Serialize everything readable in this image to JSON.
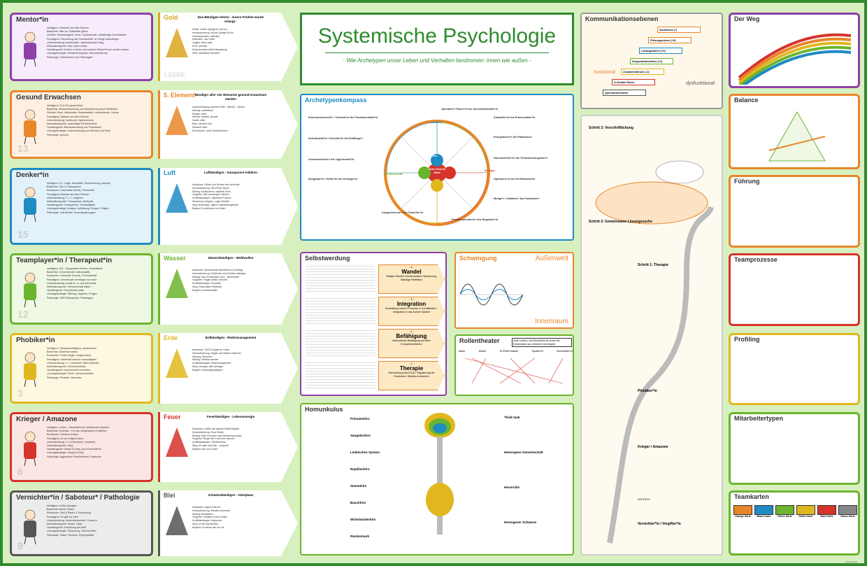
{
  "title": "Systemische Psychologie",
  "subtitle": "- Wie Archetypen unser Leben und Verhalten bestimmen: innen wie außen -",
  "left_cards": [
    {
      "name": "Mentor*in",
      "color": "#8e3fa8",
      "bg": "#f6ecfb",
      "num": "",
      "rows": [
        "Intelligenz: Weisheit und alter Ebenen",
        "Bedürfnis: Hilfe zur Selbsthilfe geben",
        "Gefühle: Selbstlosigkeit, Liebe, Gelassenheit, vollständige Durchblicken",
        "Paradigma: Erleuchtung der Gesellschaft, um Wege aufzuzeigen",
        "Unterscheidung: funktionaler / dysfunktionaler Weg",
        "Motivationsquelle: Das Leben selbst",
        "Handlungsziel: Andere zu ihren und anderen Mentor*innen werden lassen",
        "Lösungsstrategie: Gedankenimpulse, Sinnorientierung",
        "Pathologie: Überstreben von Pathologien"
      ]
    },
    {
      "name": "Gesund Erwachsen",
      "color": "#e8862a",
      "bg": "#fdf0e2",
      "num": "13",
      "rows": [
        "Intelligenz: IQ & EQ ganzheitlich",
        "Bedürfnis: Bewusstmachung und Balancierung durch Reflektion",
        "Gefühle: Ernst, Wohlwollen, Belastbarkeit, Lebensfreude, Humor",
        "Paradigma: Balance auf allen Ebenen",
        "Unterscheidung: funktional / dysfunktional",
        "Motivationsquelle: nachhaltige Persönlichkeit",
        "Handlungsziel: Bewusstwerdung von Potentialen",
        "Lösungsstrategie: Unterscheidung von Mensch und Rolle",
        "Pathologie: gesund"
      ]
    },
    {
      "name": "Denker*in",
      "color": "#1e8bc3",
      "bg": "#e3f2fa",
      "num": "15",
      "rows": [
        "Intelligenz: IQ - Logik, Kausalität, Strukturierung, Analyse",
        "Bedürfnis: Sinn & Transparenz",
        "Emotionen: Faszination (Neid), Einsamkeit",
        "Paradigma: Balance auf allen Ebenen",
        "Unterscheidung: F <-> J Algebra",
        "Motivationsquelle: Transparenz, Methodik",
        "Handlungsziel: Transparenz / Sinnhaftigkeit",
        "Lösungsstrategie: Analyse, Aufklärung, Einigen, Prägen",
        "Pathologie: Null-Modell, Kontrollpathologien"
      ]
    },
    {
      "name": "Teamplayer*in / Therapeut*in",
      "color": "#6bb42e",
      "bg": "#eef8e4",
      "num": "12",
      "rows": [
        "Intelligenz: EQ - Sympathien fördern, Gesamtblick",
        "Bedürfnis: Gemeinschaft, Individualität",
        "Emotionen: Harmonie (Furcht), Freundschaft",
        "Paradigma: Gemeinsam vereinigen wir mehr",
        "Unterscheidung: sozial vs. a- und anti-sozial",
        "Motivationsquelle: Gemeinschaft bilden",
        "Handlungsziel: Gemeinsam stark",
        "Lösungsstrategie: Öffnung, Zugeben, Fragen",
        "Pathologie: WIR-Standpunkt, Pathologien"
      ]
    },
    {
      "name": "Phobiker*in",
      "color": "#e0b81e",
      "bg": "#fdf8e0",
      "num": "3",
      "rows": [
        "Intelligenz: Schwarmintelligenz, ausforschen",
        "Bedürfnis: Sicherheit haben",
        "Emotionen: Panik (Angst / Angst justier)",
        "Paradigma: Sicherheit braucht vorsichtigsein",
        "Unterscheidung: 0 / 1 (Bedroht / Nicht bedroht)",
        "Motivationsquelle: Schutzbedürfnis",
        "Handlungsziel: Unsicherheit vermeiden",
        "Lösungsstrategie: Flucht, Schutzverhalten",
        "Pathologie: Phobien, Neurosen"
      ]
    },
    {
      "name": "Krieger / Amazone",
      "color": "#d6332b",
      "bg": "#fbe6e4",
      "num": "6",
      "rows": [
        "Intelligenz: Leben - Übermittelt der individuellen Symbol",
        "Bedürfnis: Kontrolle - Für das Vergängliche Einfließen",
        "Emotionen: Schwere (Hass)",
        "Paradigma: Ist nur möglich wenn",
        "Unterscheidung: 1 / 0 (Gewinner / Verlierer)",
        "Motivationsquelle: Sieg",
        "Handlungsziel: Kampf & Krieg, zum Kontrollieren",
        "Lösungsstrategie: Kampf & Krieg",
        "Pathologie: Aggressive Persönlichkeit, Sadismus"
      ]
    },
    {
      "name": "Vernichter*in / Saboteur* / Pathologie",
      "color": "#555555",
      "bg": "#ececec",
      "num": "9",
      "rows": [
        "Intelligenz: selbst-bezogen",
        "Bedürfnis: Macht, Rache",
        "Emotionen: Wut & Rache & Verachtung",
        "Paradigma: Es gibt nur mich",
        "Unterscheidung: Andersdenkender / Konzern",
        "Motivationsquelle: Rache, Hass",
        "Handlungsziel: Zerstörung der Welt",
        "Lösungsstrategie: Täuschung, Schreckmittel",
        "Pathologie: Wahn, Neurose, Psychopathie"
      ]
    }
  ],
  "elements": [
    {
      "name": "Gold",
      "color": "#d9a520",
      "sub": "Das Bändigen lehren - innere Freiheit wurde erlangt -",
      "tag": "LEERE",
      "rows": [
        "Selbst: Innerer Spiegel für das Ich",
        "Herausforderung: Innerer Spiegel für Ich",
        "Handlungsmotor: selbstlos",
        "Motivation: das Leben",
        "Zugabe: keine mehr",
        "EGO: weisheit",
        "Körperzustand: tiefe Entspannung",
        "Stein: abstraktes Verhalten"
      ]
    },
    {
      "name": "5. Element",
      "color": "#e8862a",
      "sub": "Bändiger aller vier Elemente gesund-erwachsen werden",
      "tag": "",
      "rows": [
        "Umterscheidung zwischen Rolle - Mensch - Dienen",
        "Haltung: authentisch",
        "Einsatz: sanft",
        "Stimme: deutlich, gerade",
        "Gestik: offen",
        "Blick: zentriert, klar",
        "Wirkstoff: aktiv",
        "Erreichbarer: durch Selbstreflexion"
      ]
    },
    {
      "name": "Luft",
      "color": "#1e8bc3",
      "sub": "Luftbändigen - transparent erklären",
      "tag": "",
      "rows": [
        "Akzeptanz: Fühlen und Denken sind vereinbar",
        "Herausforderung: Den Fehler finden",
        "Wichtig: Strukturieren, objektive Sicht",
        "Vorgehen: Alle Handlungen erklären",
        "Konfliktstrategien: Objektives Prozess",
        "Werkzeug: Analysen, Logik, Modelle",
        "Weg: Moderation, agiles Projektmanagement",
        "Beispiel: Durchführen von Daten"
      ]
    },
    {
      "name": "Wasser",
      "color": "#6bb42e",
      "sub": "Wasserbändigen - Wohlwollen",
      "tag": "",
      "rows": [
        "Akzeptanz: Menschliches Bedürfnis ist Grundlage",
        "Herausforderung: Emotionen und Gefühle aufzeigen",
        "Wichtig: Das Gemeinsame (Ich) - Bedürfnisse",
        "Vorgehen: Fragen stellen, zuhören",
        "Konfliktstrategien: Empathie",
        "Weg: Emotionales Feedback",
        "Beispiel: Ich-Botschaften"
      ]
    },
    {
      "name": "Erde",
      "color": "#e0b81e",
      "sub": "Erdbändigen - Risikomanagement",
      "tag": "",
      "rows": [
        "Akzeptanz: 1000 & Ängste im Leben",
        "Herausforderung: Ängste und Risiken erkennen",
        "Wirkung: Sicherheit",
        "Wichtig: Sichtbar machen",
        "Konfliktstrategien: Risikomanagement",
        "Weg: Lösungen aller Anfragen",
        "Beispiel: Handlungsstrategien"
      ]
    },
    {
      "name": "Feuer",
      "color": "#d6332b",
      "sub": "Feuerbändigen - Lebensenergie",
      "tag": "",
      "rows": [
        "Akzeptanz: Gefühl der eigenen Machtlosigkeit",
        "Herausforderung: Feuer finden",
        "Wichtig: Nicht im Außen nach Beziehung suchen",
        "Vorgehen: Bürger tief in den Arm nehmen",
        "Konfliktstrategien: Teilnehmende",
        "Weg: Ich habe mich lieb - und jetzt?",
        "Beispiel: Wut und Lieben"
      ]
    },
    {
      "name": "Blei",
      "color": "#555555",
      "sub": "Schattenbändigen - Akzeptanz",
      "tag": "",
      "rows": [
        "Akzeptanz: eigene Grenzen",
        "Herausforderung: Schatten erkennen",
        "Wichtig: Akzeptieren",
        "Vorgehen: Schatten in dem Selbst",
        "Konfliktstrategien: Abgrenzen",
        "Weg: Ich bin das Monster",
        "Beispiel: Ich kenne das von mir"
      ]
    }
  ],
  "compass": {
    "title": "Archetypenkompass",
    "center": "Ruhe Einheit Stille",
    "center_label": "Sinn",
    "directions": [
      "Operative*r Planer*in bis Schreibtischtäter*in",
      "Kommunizierende*r / Visionär*in bis Fundamentalist*in",
      "Analytiker*in bis Erbsenzähler*in",
      "Individualist*in / Künstler*in bis Einfältige*r",
      "Energetische*r bis Platzhirsch",
      "Verantwortliche*r bis Opportunist*in",
      "Harmonisierer*in bis Verantwortungslose*r",
      "Integrator*in / Helfer*in bis Verfolger*in",
      "Optimierer*in bis Perfektionist*in",
      "Ausgleichende*r bis Totsteller*in",
      "Mutige*r / Initiative*r bis Paranoide*r",
      "Prozessorientierte*r bis Regulator*in"
    ],
    "segments": [
      "Energie",
      "Sicherheit",
      "Gemeinschaft",
      "Struktur"
    ]
  },
  "self": {
    "title": "Selbstwerdung",
    "levels": [
      {
        "n": "- 4 -",
        "name": "Wandel",
        "desc": "Stetiger Wandel, Kontinuierliche Optimierung, Ständige Reflektion"
      },
      {
        "n": "- 3 -",
        "name": "Integration",
        "desc": "Erschaffung innerer Prozesse & Schnittstellen - Integration in das äußere System"
      },
      {
        "n": "- 2 -",
        "name": "Befähigung",
        "desc": "Methodische Befähigung auf allen Kompetenzebenen"
      },
      {
        "n": "- 1 -",
        "name": "Therapie",
        "desc": "Überwindung des EGOs, Regulierung der Emotionen, Stabiles Aufmerken"
      }
    ]
  },
  "swing": {
    "title": "Schwingung",
    "outer": "Außenwelt",
    "inner": "Innenraum"
  },
  "roles": {
    "title": "Rollentheater",
    "intro": "Jede Lebens- und Berufsrolle ist immer die Kombination aus mehreren Archetypen.",
    "people": [
      "Maler",
      "Mutter",
      "SCRUM Master",
      "Spotter*in",
      "Buchhalter*in"
    ]
  },
  "homunculus": {
    "title": "Homunkulus",
    "labels": [
      "Primatenhirn",
      "Säugetierhirn",
      "Limbisches System",
      "Reptilienhirn",
      "Stammhirn",
      "Bauchhirn",
      "Wirbelsäulenhirn",
      "Rückenmark"
    ],
    "right": [
      "Think tank",
      "Heterogene Gemeinschaft",
      "Hierarchie",
      "Homogener Schwarm"
    ]
  },
  "comm": {
    "title": "Kommunikationsebenen",
    "levels": [
      "Sachebene (*)",
      "Führungsebene (+3)",
      "Lösungsebene (+2)",
      "Kooperationsebene (+1)",
      "Zusammenbruch (-1)",
      "A-Soziale Ebene",
      "Querulantenebene"
    ],
    "functional": "funktional",
    "dysfunctional": "dysfunktional"
  },
  "coach": {
    "step1": "Schritt 3: Verschriftlichung",
    "step2": "Schritt 2: Gemeinsame Lösungssuche",
    "step3": "Schritt 1: Therapie",
    "phobiker": "Phobiker*in",
    "krieger": "Krieger / Amazone",
    "vernichter": "Vernichter*in / Vergifter*in",
    "wichtig": "WICHTIG:"
  },
  "right": [
    {
      "name": "Der Weg",
      "color": "#8e3fa8"
    },
    {
      "name": "Balance",
      "color": "#e8862a"
    },
    {
      "name": "Führung",
      "color": "#e8862a"
    },
    {
      "name": "Teamprozesse",
      "color": "#d6332b"
    },
    {
      "name": "Profiling",
      "color": "#e0b81e"
    },
    {
      "name": "Mitarbeitertypen",
      "color": "#6bb42e"
    },
    {
      "name": "Teamkarten",
      "color": "#6bb42e"
    }
  ],
  "teamcards": [
    "Orange Karte",
    "Blaue Karte",
    "Grüne Karte",
    "Gelbe Karte",
    "Rote Karte",
    "Graue Karte"
  ],
  "footer": "systemik.info"
}
